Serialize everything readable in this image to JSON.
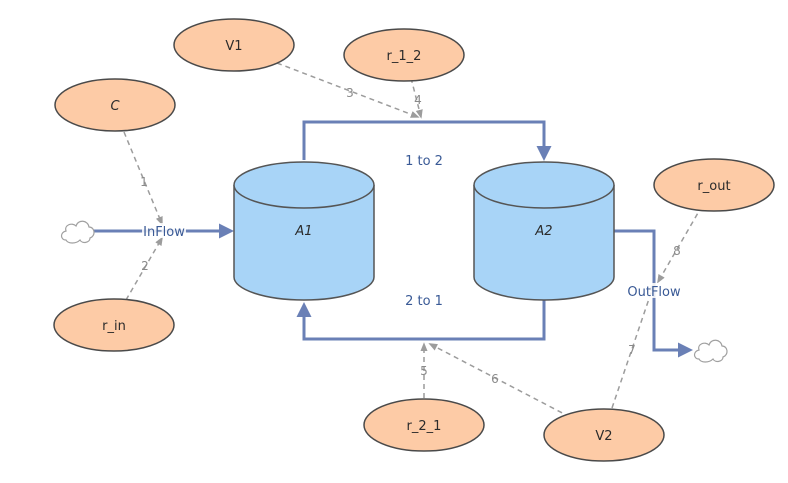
{
  "parameters": {
    "c": "C",
    "v1": "V1",
    "r_1_2": "r_1_2",
    "r_out": "r_out",
    "r_in": "r_in",
    "r_2_1": "r_2_1",
    "v2": "V2"
  },
  "stocks": {
    "a1": "A1",
    "a2": "A2"
  },
  "flows": {
    "inflow": "InFlow",
    "outflow": "OutFlow",
    "one_to_two": "1 to 2",
    "two_to_one": "2 to 1"
  },
  "links": [
    "1",
    "2",
    "3",
    "4",
    "5",
    "6",
    "7",
    "8"
  ],
  "colors": {
    "parameter_fill": "#fdcba6",
    "stock_fill": "#a8d4f7",
    "flow_stroke": "#6a80b6",
    "link_stroke": "#9c9c9c"
  },
  "icons": {
    "source": "cloud-icon",
    "sink": "cloud-icon"
  }
}
